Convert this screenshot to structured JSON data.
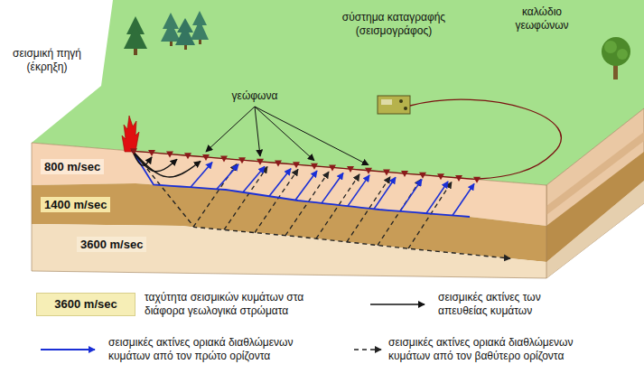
{
  "diagram": {
    "labels": [
      "σεισμική πηγή (έκρηξη)",
      "σύστημα καταγραφής (σεισμογράφος)",
      "καλώδιο γεωφώνων",
      "γεώφωνα",
      "800 m/sec",
      "1400 m/sec",
      "3600 m/sec",
      "3600 m/sec"
    ],
    "legend": [
      {
        "text": "ταχύτητα σεισμικών κυμάτων στα διάφορα γεωλογικά στρώματα",
        "color": "#f6eeb6"
      },
      {
        "text": "σεισμικές ακτίνες των απευθείας κυμάτων"
      },
      {
        "text": "σεισμικές ακτίνες οριακά διαθλώμενων κυμάτων από τον πρώτο ορίζοντα"
      },
      {
        "text": "σεισμικές ακτίνες οριακά διαθλώμενων κυμάτων από τον βαθύτερο ορίζοντα"
      }
    ]
  }
}
